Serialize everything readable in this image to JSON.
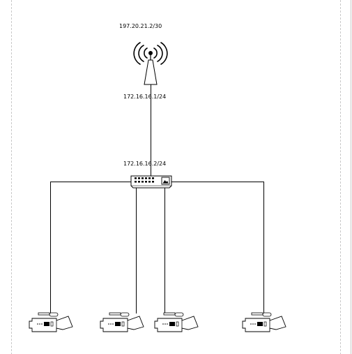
{
  "diagram": {
    "tower": {
      "icon": "radio-tower-icon",
      "wan_ip": "197.20.21.2/30",
      "lan_ip": "172.16.16.1/24"
    },
    "switch": {
      "icon": "network-switch-icon",
      "ip": "172.16.16.2/24"
    },
    "cameras": [
      {
        "icon": "video-camera-icon"
      },
      {
        "icon": "video-camera-icon"
      },
      {
        "icon": "video-camera-icon"
      },
      {
        "icon": "video-camera-icon"
      }
    ],
    "colors": {
      "line": "#000000",
      "page_border": "#c8c8c8"
    }
  }
}
